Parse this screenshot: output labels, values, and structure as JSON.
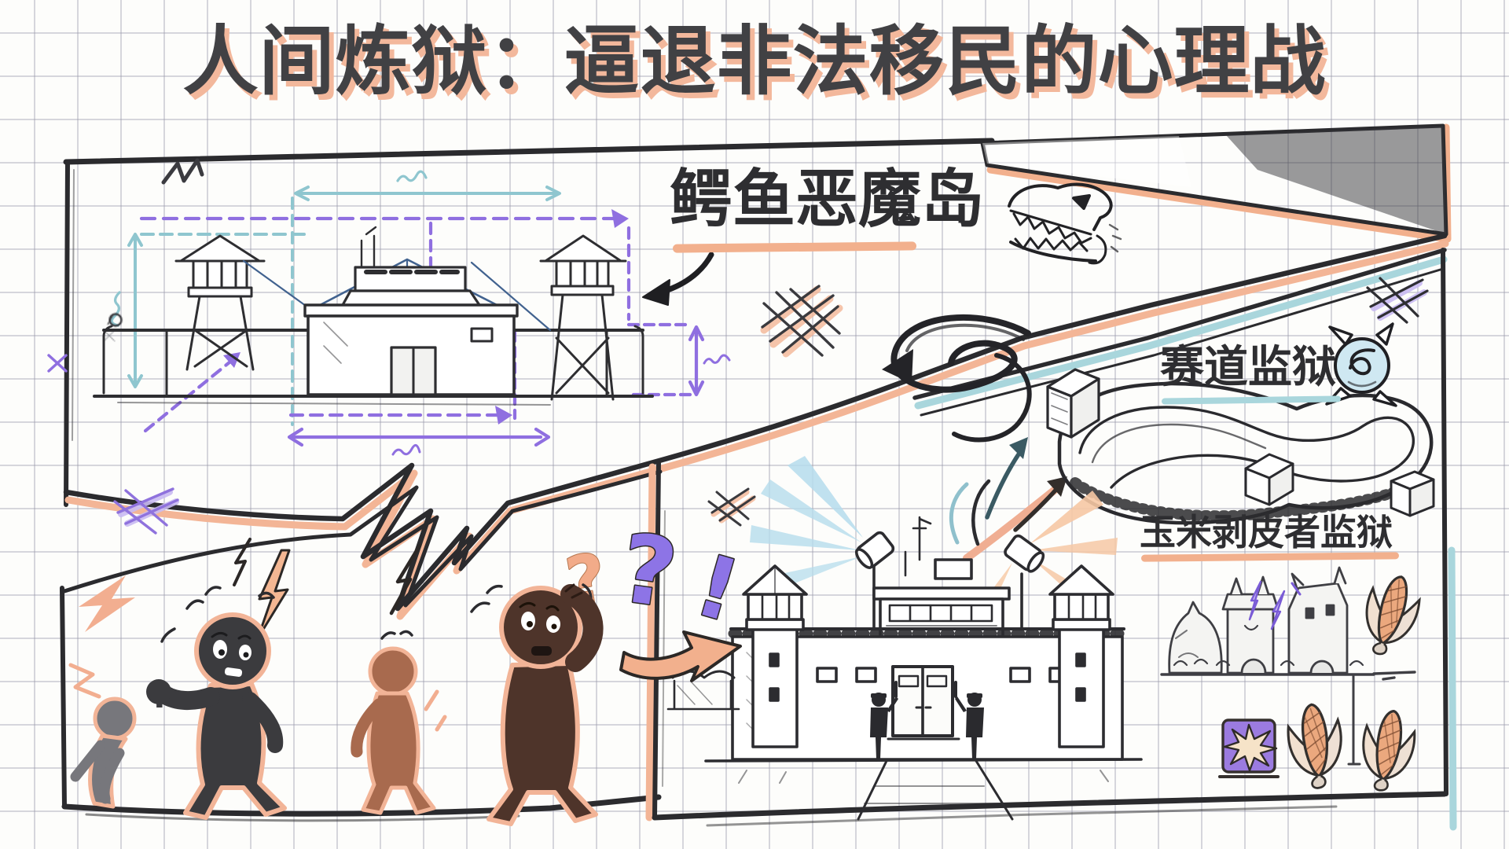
{
  "title": {
    "text": "人间炼狱：逼退非法移民的心理战"
  },
  "callouts": {
    "alligator": {
      "label": "鳄鱼恶魔岛"
    },
    "speedway": {
      "label": "赛道监狱"
    },
    "cornhusker": {
      "label": "玉米剥皮者监狱"
    }
  },
  "marks": {
    "question_small": "?",
    "question_peach": "?",
    "question_purple": "?",
    "exclamation": "!"
  },
  "icons": {
    "crocodile": "crocodile-head-sketch",
    "speedway_spiral": "spiked-circle-spiral",
    "explosion_square": "purple-starburst-tile",
    "corn_cob": "corn-cob-with-husks",
    "searchlight": "spotlight-with-beams",
    "watchtower": "guard-tower",
    "swirl_arrow": "s-swirl-arrow"
  },
  "colors": {
    "paper": "#fdfdfb",
    "grid": "#9696a8",
    "ink": "#2c2c30",
    "peach": "#f2b08d",
    "teal": "#a9d6dc",
    "purple": "#8f6fe0",
    "blueprint_blue": "#41628f",
    "light_blue": "#cfe8f2",
    "title_ink": "#414144",
    "title_shadow": "#f3b89c"
  }
}
